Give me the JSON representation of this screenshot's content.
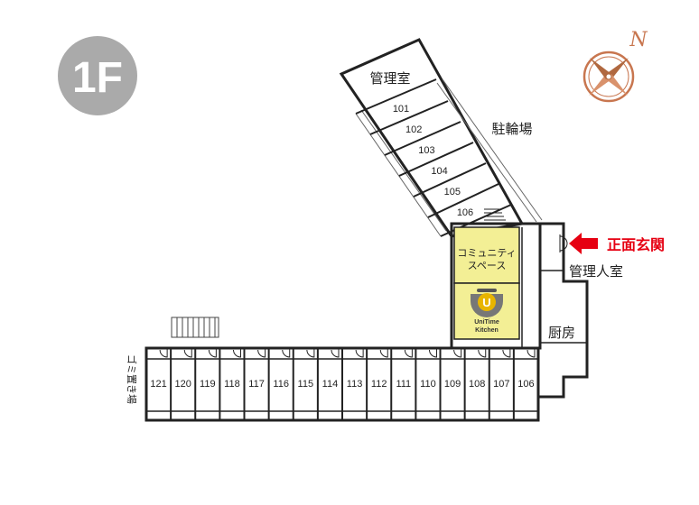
{
  "floor_badge": {
    "label": "1F",
    "color": "#aaaaaa"
  },
  "compass": {
    "north_label": "N",
    "color": "#c8764f"
  },
  "north_wing": {
    "office_label": "管理室",
    "rooms": [
      "101",
      "102",
      "103",
      "104",
      "105",
      "106"
    ]
  },
  "bike_parking_label": "駐輪場",
  "community_space": {
    "label_line1": "コミュニティ",
    "label_line2": "スペース",
    "color": "#f3ef95"
  },
  "kitchen_logo": {
    "line1": "UniTime",
    "line2": "Kitchen",
    "letter": "U",
    "accent": "#e8b500",
    "bg": "#f3ef95"
  },
  "entrance": {
    "label": "正面玄関",
    "color": "#e60012"
  },
  "manager_room_label": "管理人室",
  "kitchen_room_label": "厨房",
  "garbage_label": "ゴミ置き場",
  "south_wing": {
    "rooms": [
      "121",
      "120",
      "119",
      "118",
      "117",
      "116",
      "115",
      "114",
      "113",
      "112",
      "111",
      "110",
      "109",
      "108",
      "107",
      "106"
    ]
  }
}
